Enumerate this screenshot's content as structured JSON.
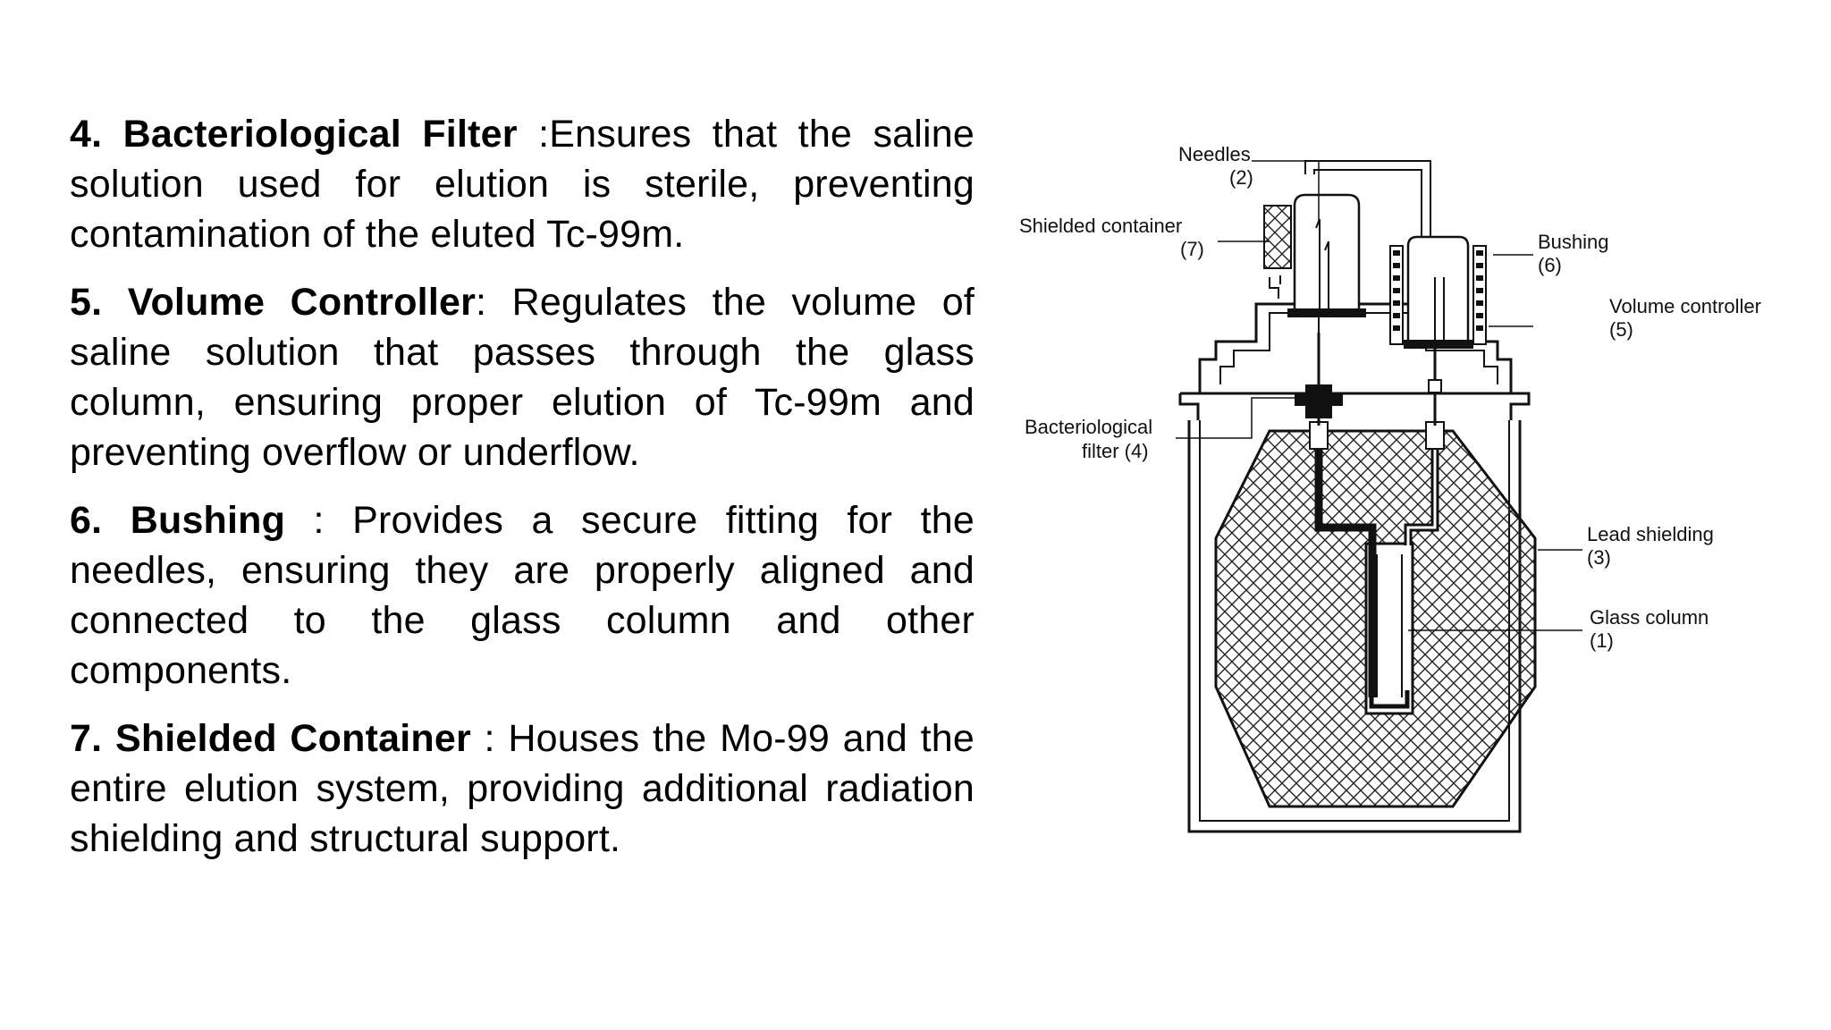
{
  "paragraphs": [
    {
      "number": "4.",
      "title": "Bacteriological Filter",
      "separator": " :",
      "body": "Ensures that the saline solution used for elution is sterile, preventing contamination of the eluted Tc-99m."
    },
    {
      "number": "5.",
      "title": "Volume Controller",
      "separator": ": ",
      "body": "Regulates the volume of saline solution that passes through the glass column, ensuring proper elution of Tc-99m and preventing overflow or underflow."
    },
    {
      "number": "6.",
      "title": "Bushing",
      "separator": " : ",
      "body": "Provides a secure fitting for the needles, ensuring they are properly aligned and connected to the glass column and other components."
    },
    {
      "number": "7.",
      "title": "Shielded Container",
      "separator": " : ",
      "body": "Houses the Mo-99 and the entire elution system, providing additional radiation shielding and structural support."
    }
  ],
  "diagram": {
    "labels": {
      "needles": "Needles",
      "needles_num": "(2)",
      "shielded_container": "Shielded container",
      "shielded_container_num": "(7)",
      "bushing": "Bushing",
      "bushing_num": "(6)",
      "volume_controller": "Volume controller",
      "volume_controller_num": "(5)",
      "bacteriological_filter_line1": "Bacteriological",
      "bacteriological_filter_line2": "filter (4)",
      "lead_shielding": "Lead shielding",
      "lead_shielding_num": "(3)",
      "glass_column": "Glass column",
      "glass_column_num": "(1)"
    }
  }
}
